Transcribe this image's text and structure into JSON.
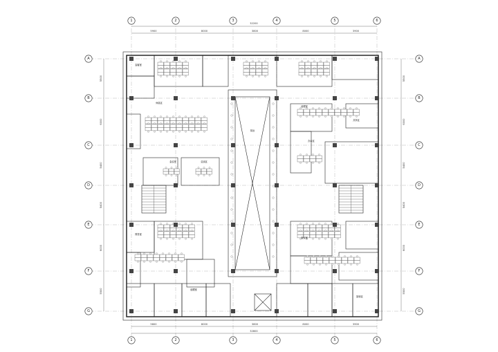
{
  "plan": {
    "top_total": "32200",
    "bottom_total": "32800",
    "top_dims": [
      "5900",
      "8000",
      "3800",
      "8000",
      "3900"
    ],
    "bottom_dims": [
      "5800",
      "8000",
      "3800",
      "8000",
      "3900"
    ],
    "left_dims": [
      "5500",
      "6000",
      "5400",
      "5400",
      "6000",
      "5500"
    ],
    "col_axes": [
      "1",
      "2",
      "3",
      "4",
      "5",
      "6"
    ],
    "row_axes": [
      "A",
      "B",
      "C",
      "D",
      "E",
      "F",
      "G"
    ],
    "room_labels": [
      {
        "id": "r1",
        "text": "会客室"
      },
      {
        "id": "r2",
        "text": "休息区"
      },
      {
        "id": "r3",
        "text": "前台"
      },
      {
        "id": "r4",
        "text": "会议室"
      },
      {
        "id": "r5",
        "text": "洽谈区"
      },
      {
        "id": "r6",
        "text": "经理室"
      },
      {
        "id": "r7",
        "text": "共享区"
      },
      {
        "id": "r8",
        "text": "办公区"
      },
      {
        "id": "r9",
        "text": "财务室"
      },
      {
        "id": "r10",
        "text": "会议室"
      },
      {
        "id": "r11",
        "text": "经理室"
      },
      {
        "id": "r12",
        "text": "接待区"
      }
    ]
  }
}
